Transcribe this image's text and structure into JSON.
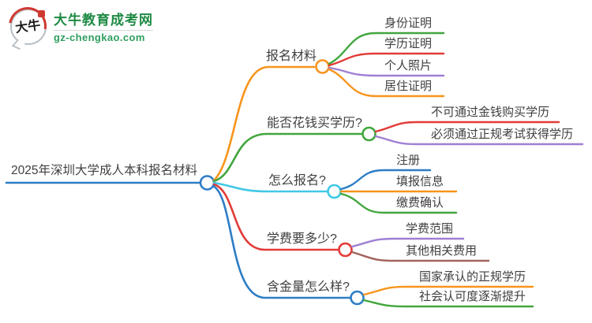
{
  "palette": {
    "blue": "#2D7DC6",
    "orange": "#F7941D",
    "green": "#41A63D",
    "red": "#E23B38",
    "cyan": "#3FC8E6",
    "purple": "#9F7FD3",
    "brown": "#A2635C",
    "text": "#404040",
    "logo_green_dark": "#1F8A44",
    "logo_green": "#2F9E5F",
    "logo_red": "#CF3A30"
  },
  "logo": {
    "mark_text": "大牛",
    "title": "大牛教育成考网",
    "domain": "gz-chengkao.com"
  },
  "root": {
    "label": "2025年深圳大学成人本科报名材料",
    "color": "#2D7DC6"
  },
  "branches": [
    {
      "label": "报名材料",
      "color": "#F7941D",
      "children": [
        {
          "label": "身份证明",
          "color": "#41A63D"
        },
        {
          "label": "学历证明",
          "color": "#E23B38"
        },
        {
          "label": "个人照片",
          "color": "#9F7FD3"
        },
        {
          "label": "居住证明",
          "color": "#F7941D"
        }
      ]
    },
    {
      "label": "能否花钱买学历?",
      "color": "#41A63D",
      "children": [
        {
          "label": "不可通过金钱购买学历",
          "color": "#E23B38"
        },
        {
          "label": "必须通过正规考试获得学历",
          "color": "#9F7FD3"
        }
      ]
    },
    {
      "label": "怎么报名?",
      "color": "#3FC8E6",
      "children": [
        {
          "label": "注册",
          "color": "#2D7DC6"
        },
        {
          "label": "填报信息",
          "color": "#F7941D"
        },
        {
          "label": "缴费确认",
          "color": "#41A63D"
        }
      ]
    },
    {
      "label": "学费要多少?",
      "color": "#E23B38",
      "children": [
        {
          "label": "学费范围",
          "color": "#9F7FD3"
        },
        {
          "label": "其他相关费用",
          "color": "#A2635C"
        }
      ]
    },
    {
      "label": "含金量怎么样?",
      "color": "#2D7DC6",
      "children": [
        {
          "label": "国家承认的正规学历",
          "color": "#F7941D"
        },
        {
          "label": "社会认可度逐渐提升",
          "color": "#41A63D"
        }
      ]
    }
  ]
}
